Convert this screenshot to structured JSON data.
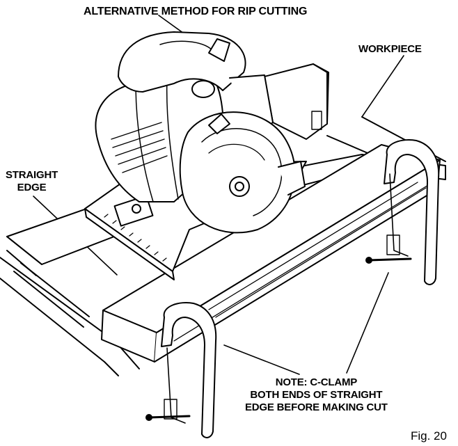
{
  "labels": {
    "title": "ALTERNATIVE METHOD FOR RIP CUTTING",
    "workpiece": "WORKPIECE",
    "straight_edge_line1": "STRAIGHT",
    "straight_edge_line2": "EDGE",
    "note_line1": "NOTE: C-CLAMP",
    "note_line2": "BOTH ENDS OF STRAIGHT",
    "note_line3": "EDGE BEFORE MAKING CUT",
    "figure_number": "Fig. 20"
  },
  "colors": {
    "ink": "#000000",
    "paper": "#ffffff"
  }
}
